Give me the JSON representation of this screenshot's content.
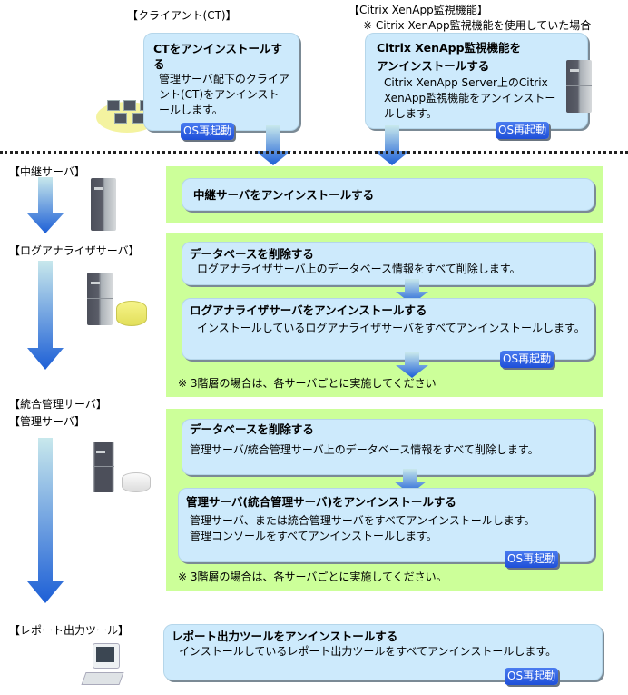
{
  "top": {
    "client_label": "【クライアント(CT)】",
    "citrix_label": "【Citrix XenApp監視機能】",
    "citrix_note": "※ Citrix XenApp監視機能を使用していた場合",
    "ct_card": {
      "title": "CTをアンインストールする",
      "desc": "管理サーバ配下のクライアント(CT)をアンインストールします。",
      "badge": "OS再起動"
    },
    "citrix_card": {
      "title": "Citrix XenApp監視機能をアンインストールする",
      "desc": "Citrix XenApp Server上のCitrix XenApp監視機能をアンインストールします。",
      "badge": "OS再起動"
    }
  },
  "relay": {
    "label": "【中継サーバ】",
    "card_title": "中継サーバをアンインストールする"
  },
  "log_analyzer": {
    "label": "【ログアナライザサーバ】",
    "step1_title": "データベースを削除する",
    "step1_desc": "ログアナライザサーバ上のデータベース情報をすべて削除します。",
    "step2_title": "ログアナライザサーバをアンインストールする",
    "step2_desc": "インストールしているログアナライザサーバをすべてアンインストールします。",
    "badge": "OS再起動",
    "note": "※ 3階層の場合は、各サーバごとに実施してください"
  },
  "management": {
    "label1": "【統合管理サーバ】",
    "label2": "【管理サーバ】",
    "step1_title": "データベースを削除する",
    "step1_desc": "管理サーバ/統合管理サーバ上のデータベース情報をすべて削除します。",
    "step2_title": "管理サーバ(統合管理サーバ)をアンインストールする",
    "step2_desc1": "管理サーバ、または統合管理サーバをすべてアンインストールします。",
    "step2_desc2": "管理コンソールをすべてアンインストールします。",
    "badge": "OS再起動",
    "note": "※ 3階層の場合は、各サーバごとに実施してください。"
  },
  "report": {
    "label": "【レポート出力ツール】",
    "card_title": "レポート出力ツールをアンインストールする",
    "card_desc": "インストールしているレポート出力ツールをすべてアンインストールします。",
    "badge": "OS再起動"
  },
  "colors": {
    "card_bg": "#cdeafc",
    "group_bg": "#ccff99",
    "badge_bg": "#2f5ee0",
    "arrow_top": "#c8e8ec",
    "arrow_bottom": "#1d5fd6"
  }
}
